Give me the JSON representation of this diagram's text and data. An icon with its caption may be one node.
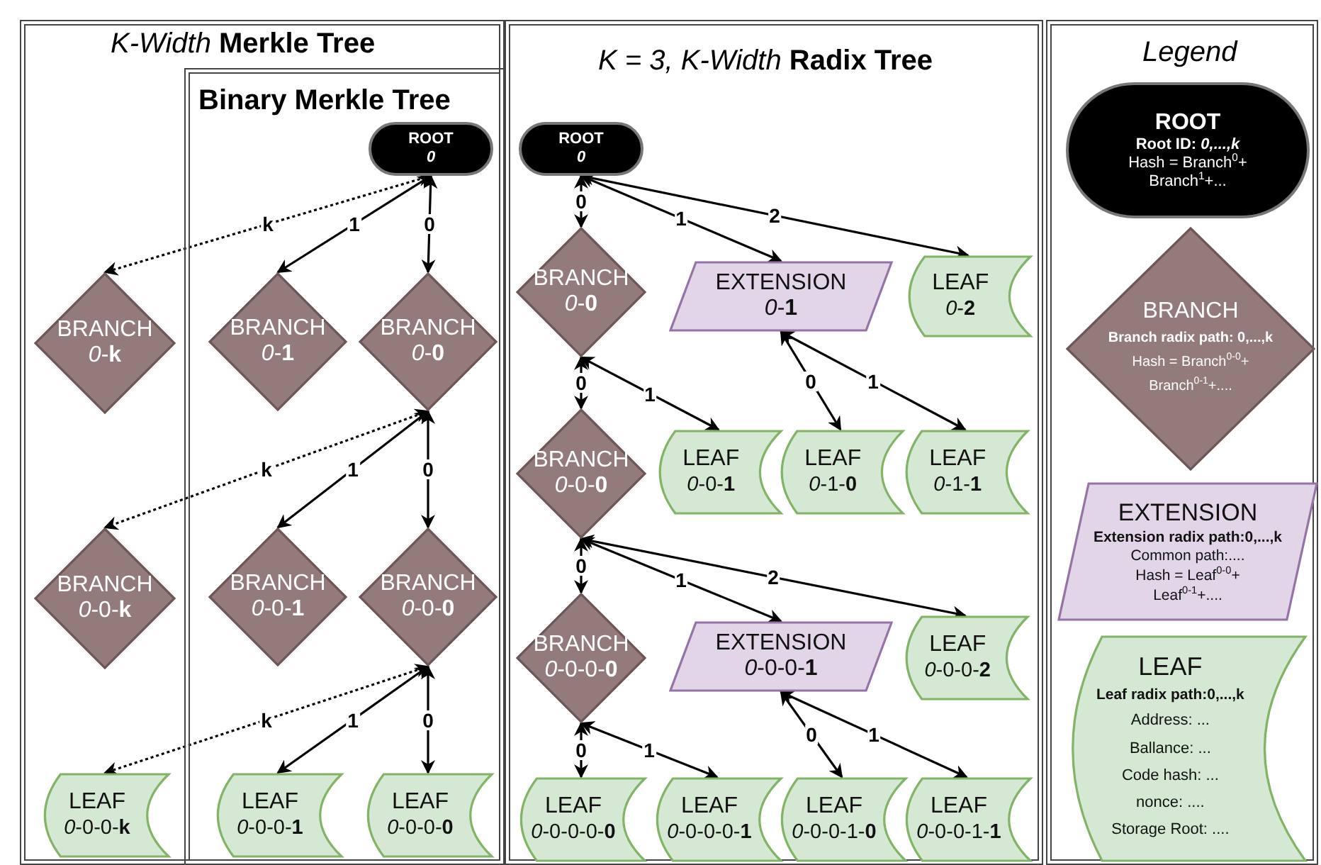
{
  "diagram": {
    "nodes": [
      {
        "text": [
          "*K-Width* **Merkle Tree**"
        ]
      },
      {
        "text": [
          "Binary Merkle Tree"
        ],
        "in": 0
      },
      {
        "text": [
          "ROOT",
          "0"
        ],
        "in": 1
      },
      {
        "text": [
          "BRANCH",
          "*0*-**k**"
        ],
        "in": 0
      },
      {
        "text": [
          "BRANCH",
          "*0*-**1**"
        ],
        "in": 1
      },
      {
        "text": [
          "BRANCH",
          "*0*-**0**"
        ],
        "in": 1
      },
      {
        "text": [
          "BRANCH",
          "*0*-0-**k**"
        ],
        "in": 0
      },
      {
        "text": [
          "BRANCH",
          "*0*-0-**1**"
        ],
        "in": 1
      },
      {
        "text": [
          "BRANCH",
          "*0*-0-**0**"
        ],
        "in": 1
      },
      {
        "text": [
          "LEAF",
          "*0*-0-0-**k**"
        ],
        "in": 0
      },
      {
        "text": [
          "LEAF",
          "*0*-0-0-**1**"
        ],
        "in": 1
      },
      {
        "text": [
          "LEAF",
          "*0*-0-0-**0**"
        ],
        "in": 1
      },
      {
        "text": [
          "*K = 3, K-Width* **Radix Tree**"
        ]
      },
      {
        "text": [
          "ROOT",
          "0"
        ],
        "in": 12
      },
      {
        "text": [
          "BRANCH",
          "*0*-**0**"
        ],
        "in": 12
      },
      {
        "text": [
          "EXTENSION",
          "*0*-**1**"
        ],
        "in": 12
      },
      {
        "text": [
          "LEAF",
          "*0*-**2**"
        ],
        "in": 12
      },
      {
        "text": [
          "BRANCH",
          "*0*-0-**0**"
        ],
        "in": 12
      },
      {
        "text": [
          "LEAF",
          "*0*-0-**1**"
        ],
        "in": 12
      },
      {
        "text": [
          "LEAF",
          "*0*-1-**0**"
        ],
        "in": 12
      },
      {
        "text": [
          "LEAF",
          "*0*-1-**1**"
        ],
        "in": 12
      },
      {
        "text": [
          "BRANCH",
          "*0*-0-0-**0**"
        ],
        "in": 12
      },
      {
        "text": [
          "EXTENSION",
          "*0*-0-0-**1**"
        ],
        "in": 12
      },
      {
        "text": [
          "LEAF",
          "*0*-0-0-**2**"
        ],
        "in": 12
      },
      {
        "text": [
          "LEAF",
          "*0*-0-0-0-**0**"
        ],
        "in": 12
      },
      {
        "text": [
          "LEAF",
          "*0*-0-0-0-**1**"
        ],
        "in": 12
      },
      {
        "text": [
          "LEAF",
          "*0*-0-0-1-**0**"
        ],
        "in": 12
      },
      {
        "text": [
          "LEAF",
          "*0*-0-0-1-**1**"
        ],
        "in": 12
      },
      {
        "text": [
          "Legend"
        ]
      },
      {
        "text": [
          "ROOT",
          "Root ID: *0,...,k*",
          "Hash = Branch$^{0}$+ Branch$^{1}$+..."
        ],
        "in": 28
      },
      {
        "text": [
          "BRANCH",
          "Branch radix path: 0,...,k",
          "Hash = Branch$^{0-0}$+",
          "Branch$^{0-1}$+...."
        ],
        "in": 28
      },
      {
        "text": [
          "EXTENSION",
          "Extension radix path:0,...,k",
          "Common path:....",
          "Hash = Leaf$^{0-0}$+",
          "Leaf$^{0-1}$+...."
        ],
        "in": 28
      },
      {
        "text": [
          "LEAF",
          "Leaf radix path:0,...,k",
          "Address: ...",
          "Ballance: ...",
          "Code hash: ...",
          "nonce: ....",
          "Storage Root: ...."
        ],
        "in": 28
      }
    ],
    "edges": [
      {
        "from": 2,
        "to": 3,
        "arrow": "both",
        "label": "k",
        "style": "dashed"
      },
      {
        "from": 2,
        "to": 4,
        "arrow": "both",
        "label": "1"
      },
      {
        "from": 2,
        "to": 5,
        "arrow": "both",
        "label": "0"
      },
      {
        "from": 5,
        "to": 6,
        "arrow": "both",
        "label": "k",
        "style": "dashed"
      },
      {
        "from": 5,
        "to": 7,
        "arrow": "both",
        "label": "1"
      },
      {
        "from": 5,
        "to": 8,
        "arrow": "both",
        "label": "0"
      },
      {
        "from": 8,
        "to": 9,
        "arrow": "both",
        "label": "k",
        "style": "dashed"
      },
      {
        "from": 8,
        "to": 10,
        "arrow": "both",
        "label": "1"
      },
      {
        "from": 8,
        "to": 11,
        "arrow": "both",
        "label": "0"
      },
      {
        "from": 13,
        "to": 14,
        "arrow": "both",
        "label": "0"
      },
      {
        "from": 13,
        "to": 15,
        "arrow": "both",
        "label": "1"
      },
      {
        "from": 13,
        "to": 16,
        "arrow": "both",
        "label": "2"
      },
      {
        "from": 14,
        "to": 17,
        "arrow": "both",
        "label": "0"
      },
      {
        "from": 14,
        "to": 18,
        "arrow": "both",
        "label": "1"
      },
      {
        "from": 15,
        "to": 19,
        "arrow": "both",
        "label": "0"
      },
      {
        "from": 15,
        "to": 20,
        "arrow": "both",
        "label": "1"
      },
      {
        "from": 17,
        "to": 21,
        "arrow": "both",
        "label": "0"
      },
      {
        "from": 17,
        "to": 22,
        "arrow": "both",
        "label": "1"
      },
      {
        "from": 17,
        "to": 23,
        "arrow": "both",
        "label": "2"
      },
      {
        "from": 21,
        "to": 24,
        "arrow": "both",
        "label": "0"
      },
      {
        "from": 21,
        "to": 25,
        "arrow": "both",
        "label": "1"
      },
      {
        "from": 22,
        "to": 26,
        "arrow": "both",
        "label": "0"
      },
      {
        "from": 22,
        "to": 27,
        "arrow": "both",
        "label": "1"
      }
    ]
  }
}
